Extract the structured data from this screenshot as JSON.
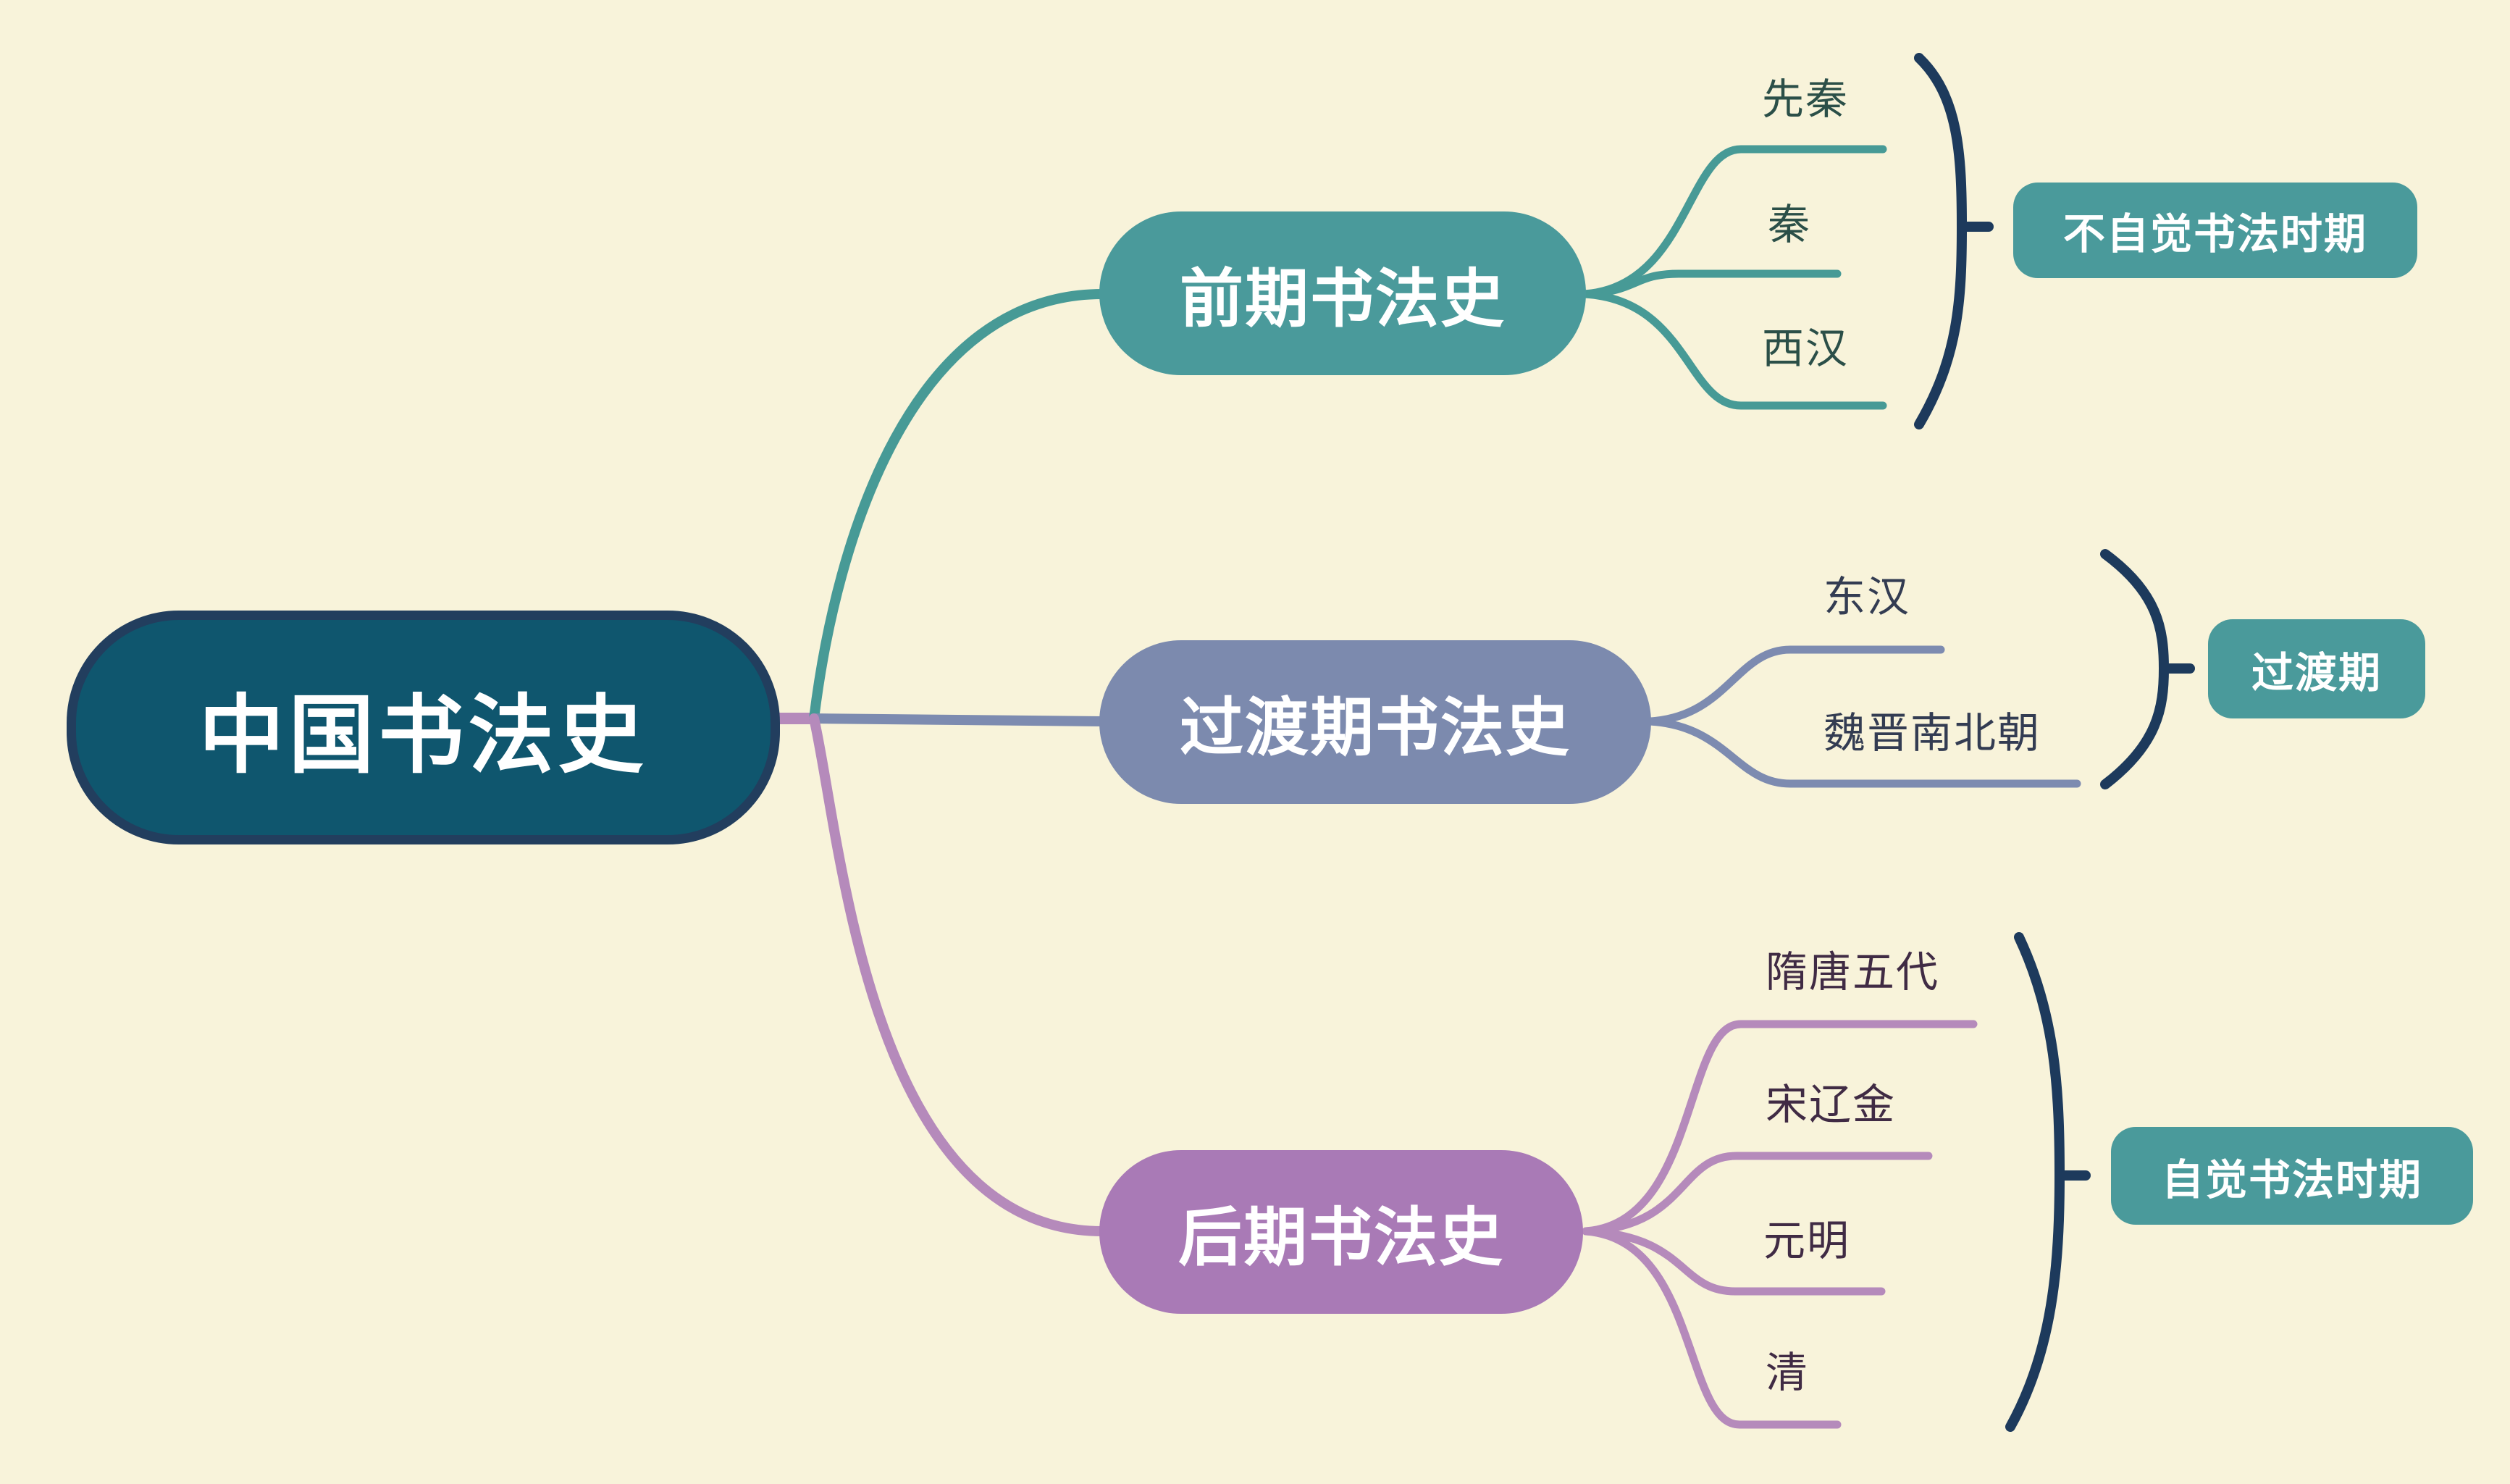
{
  "background_color": "#f8f3da",
  "bracket_color": "#1d3a5c",
  "root": {
    "label": "中国书法史",
    "fill": "#0f566e",
    "border_color": "#223e5e",
    "text_color": "#ffffff"
  },
  "branches": [
    {
      "label": "前期书法史",
      "node_color": "#4a9a9b",
      "line_color": "#479a96",
      "leaf_text_color": "#2b4f48",
      "leaves": [
        {
          "label": "先秦"
        },
        {
          "label": "秦"
        },
        {
          "label": "西汉"
        }
      ],
      "period_badge": {
        "label": "不自觉书法时期",
        "fill": "#4a9a9b",
        "text_color": "#ffffff"
      }
    },
    {
      "label": "过渡期书法史",
      "node_color": "#7c8aae",
      "line_color": "#7d8bb0",
      "leaf_text_color": "#333c52",
      "leaves": [
        {
          "label": "东汉"
        },
        {
          "label": "魏晋南北朝"
        }
      ],
      "period_badge": {
        "label": "过渡期",
        "fill": "#4a9a9b",
        "text_color": "#ffffff"
      }
    },
    {
      "label": "后期书法史",
      "node_color": "#a97ab6",
      "line_color": "#b58abb",
      "leaf_text_color": "#402b44",
      "leaves": [
        {
          "label": "隋唐五代"
        },
        {
          "label": "宋辽金"
        },
        {
          "label": "元明"
        },
        {
          "label": "清"
        }
      ],
      "period_badge": {
        "label": "自觉书法时期",
        "fill": "#4a9a9b",
        "text_color": "#ffffff"
      }
    }
  ]
}
